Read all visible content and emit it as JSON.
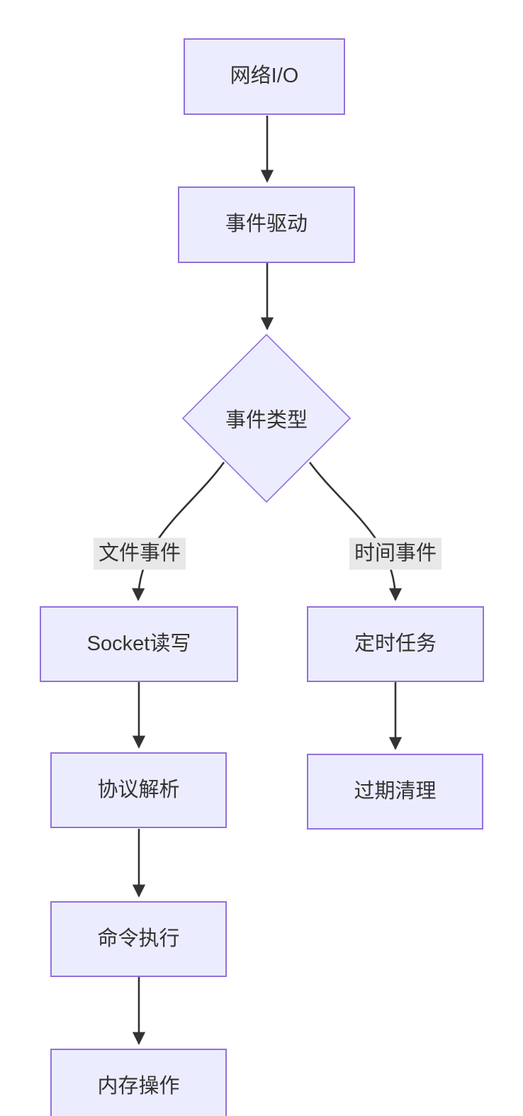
{
  "diagram": {
    "type": "flowchart",
    "direction": "top-down",
    "nodes": {
      "network_io": {
        "label": "网络I/O",
        "shape": "rect"
      },
      "event_driven": {
        "label": "事件驱动",
        "shape": "rect"
      },
      "event_type": {
        "label": "事件类型",
        "shape": "diamond"
      },
      "socket_rw": {
        "label": "Socket读写",
        "shape": "rect"
      },
      "protocol_parse": {
        "label": "协议解析",
        "shape": "rect"
      },
      "command_exec": {
        "label": "命令执行",
        "shape": "rect"
      },
      "memory_op": {
        "label": "内存操作",
        "shape": "rect"
      },
      "timer_task": {
        "label": "定时任务",
        "shape": "rect"
      },
      "expire_clean": {
        "label": "过期清理",
        "shape": "rect"
      }
    },
    "edges": [
      {
        "from": "network_io",
        "to": "event_driven",
        "label": ""
      },
      {
        "from": "event_driven",
        "to": "event_type",
        "label": ""
      },
      {
        "from": "event_type",
        "to": "socket_rw",
        "label": "文件事件"
      },
      {
        "from": "event_type",
        "to": "timer_task",
        "label": "时间事件"
      },
      {
        "from": "socket_rw",
        "to": "protocol_parse",
        "label": ""
      },
      {
        "from": "protocol_parse",
        "to": "command_exec",
        "label": ""
      },
      {
        "from": "command_exec",
        "to": "memory_op",
        "label": ""
      },
      {
        "from": "timer_task",
        "to": "expire_clean",
        "label": ""
      }
    ],
    "colors": {
      "node_fill": "#ECECFF",
      "node_border": "#9370DB",
      "edge_line": "#333333",
      "edge_label_bg": "#E8E8E8",
      "text": "#333333",
      "background": "#FFFFFF"
    }
  }
}
